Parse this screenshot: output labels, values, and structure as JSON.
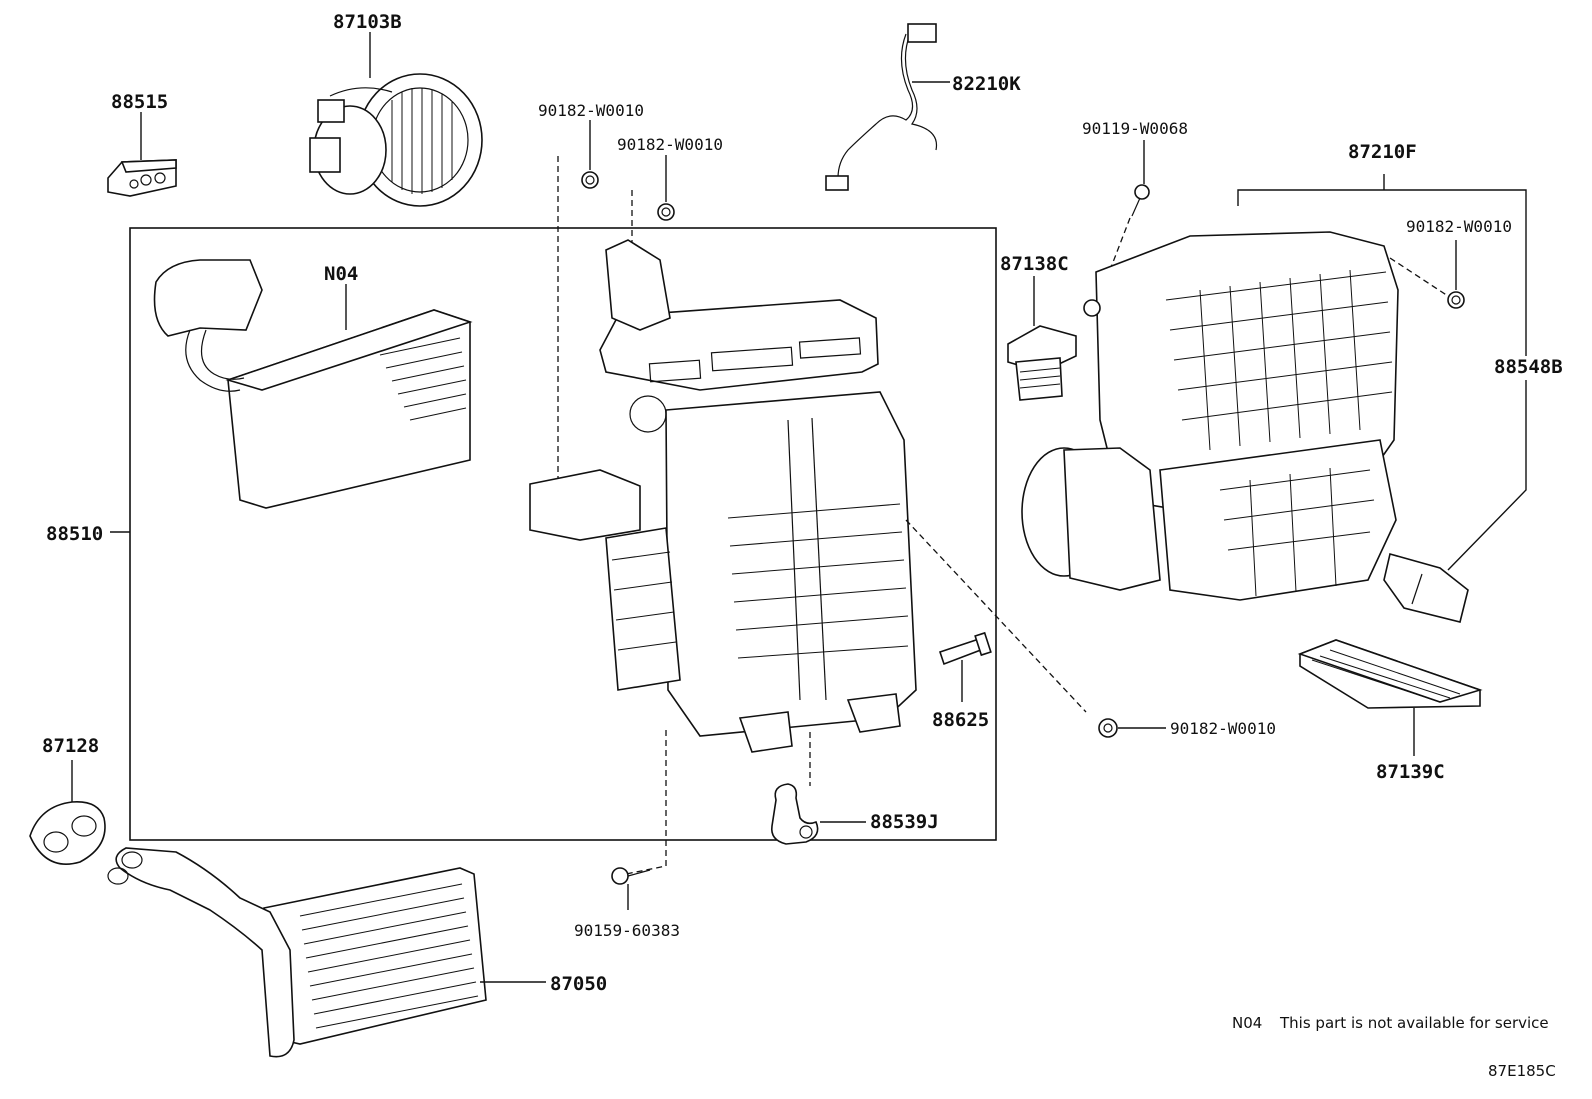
{
  "parts": {
    "p88515": "88515",
    "p87103B": "87103B",
    "p90182_a": "90182-W0010",
    "p90182_b": "90182-W0010",
    "p82210K": "82210K",
    "p90119": "90119-W0068",
    "p87210F": "87210F",
    "p90182_c": "90182-W0010",
    "pN04": "N04",
    "p87138C": "87138C",
    "p88548B": "88548B",
    "p88510": "88510",
    "p88625": "88625",
    "p90182_d": "90182-W0010",
    "p87139C": "87139C",
    "p87128": "87128",
    "p88539J": "88539J",
    "p90159": "90159-60383",
    "p87050": "87050"
  },
  "footer": {
    "note_code": "N04",
    "note_text": "This part is not available for service",
    "diagram_id": "87E185C"
  }
}
